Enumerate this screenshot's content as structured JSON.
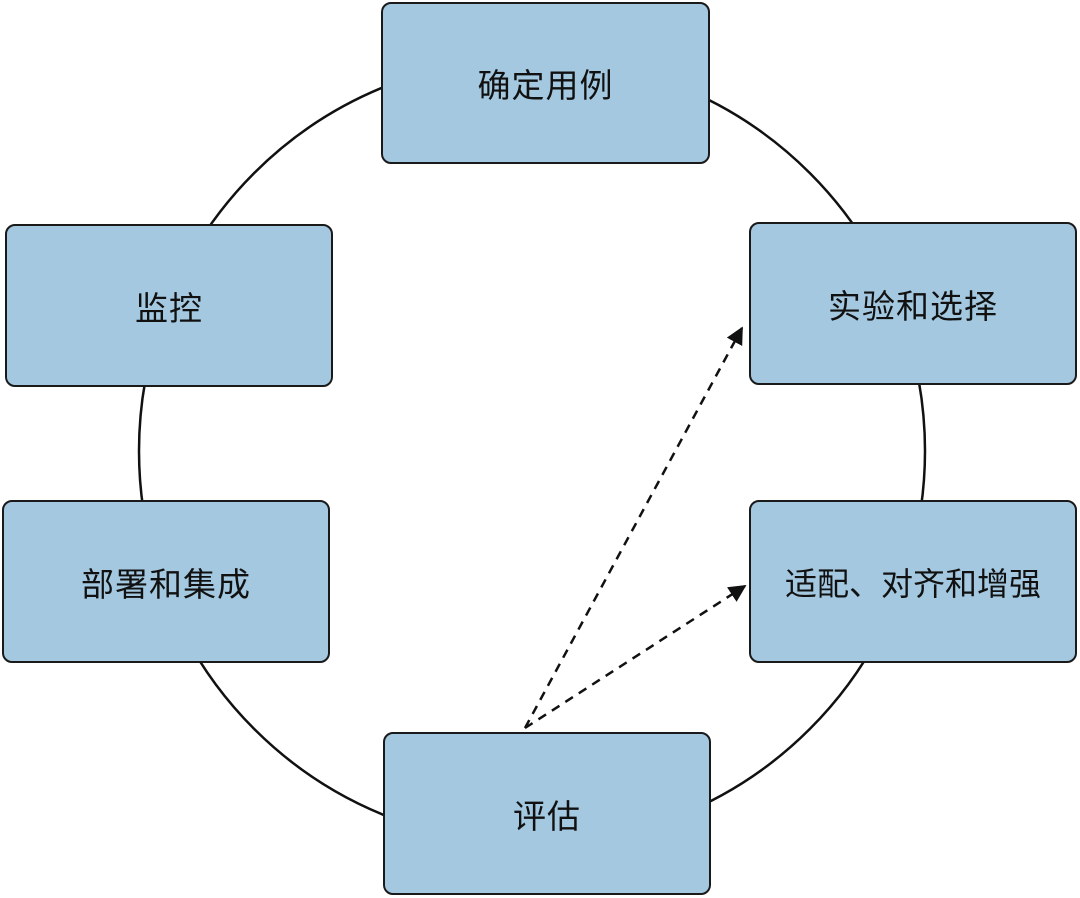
{
  "colors": {
    "node_fill": "#a3c8e0",
    "node_border": "#1a1a1a",
    "cycle_line": "#111111",
    "arrow": "#111111"
  },
  "nodes": {
    "define_use_case": "确定用例",
    "experiment_select": "实验和选择",
    "adapt_align_enhance": "适配、对齐和增强",
    "evaluate": "评估",
    "deploy_integrate": "部署和集成",
    "monitor": "监控"
  },
  "edges": [
    {
      "from": "evaluate",
      "to": "experiment_select",
      "style": "dashed",
      "arrow": true
    },
    {
      "from": "evaluate",
      "to": "adapt_align_enhance",
      "style": "dashed",
      "arrow": true
    }
  ]
}
